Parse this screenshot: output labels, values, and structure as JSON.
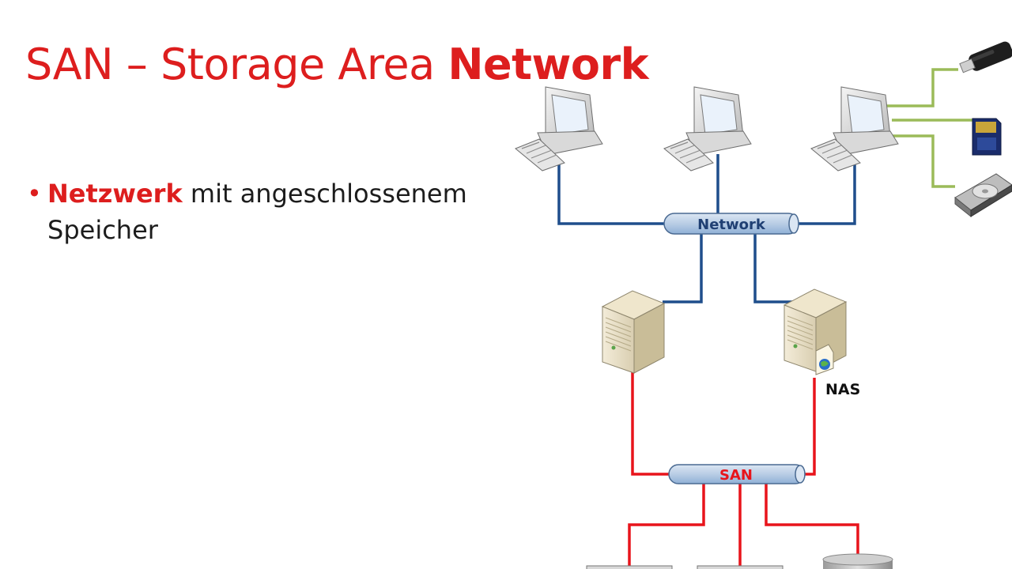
{
  "slide": {
    "title_plain": "SAN – Storage Area ",
    "title_bold": "Network",
    "bullet": {
      "marker": "•",
      "highlight": "Netzwerk",
      "text_line1": " mit angeschlossenem",
      "text_line2": "Speicher"
    }
  },
  "diagram": {
    "network_bus_label": "Network",
    "san_bus_label": "SAN",
    "nas_label": "NAS",
    "colors": {
      "accent": "#dd1e1e",
      "network_line": "#1f4e8c",
      "san_line": "#e8141b",
      "peripheral_line": "#9bbb59",
      "bus_fill": "#b9cde5",
      "network_text": "#1f3f73",
      "san_text": "#e8141b"
    },
    "icons": [
      "computer-icon",
      "usb-stick-icon",
      "sd-card-icon",
      "hard-drive-icon",
      "server-icon",
      "nas-server-icon",
      "storage-array-icon",
      "disk-storage-icon"
    ]
  }
}
